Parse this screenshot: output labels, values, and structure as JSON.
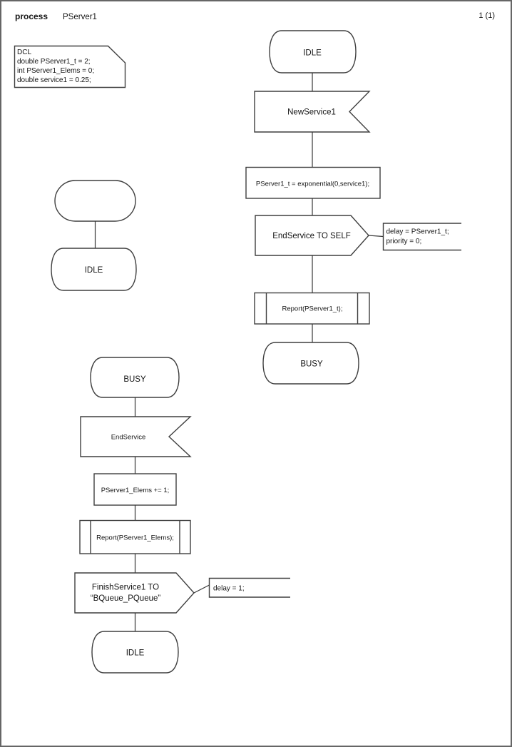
{
  "header": {
    "kind_label": "process",
    "name": "PServer1",
    "page_number": "1 (1)"
  },
  "declarations": {
    "lines": [
      "DCL",
      "double PServer1_t = 2;",
      "int PServer1_Elems = 0;",
      "double service1 = 0.25;"
    ]
  },
  "colors": {
    "background": "#ffffff",
    "shape_stroke": "#3f3f3f",
    "text": "#141414",
    "page_border": "#666666"
  },
  "flows": {
    "main": {
      "start_state": "IDLE",
      "input": "NewService1",
      "task": "PServer1_t = exponential(0,service1);",
      "output": "EndService TO SELF",
      "output_comment_lines": [
        "delay = PServer1_t;",
        "priority = 0;"
      ],
      "procedure": "Report(PServer1_t);",
      "end_state": "BUSY"
    },
    "idle_fragment": {
      "state": "IDLE"
    },
    "end_service": {
      "start_state": "BUSY",
      "input": "EndService",
      "task": "PServer1_Elems += 1;",
      "procedure": "Report(PServer1_Elems);",
      "output_lines": [
        "FinishService1 TO",
        "“BQueue_PQueue”"
      ],
      "output_comment": "delay = 1;",
      "end_state": "IDLE"
    }
  }
}
